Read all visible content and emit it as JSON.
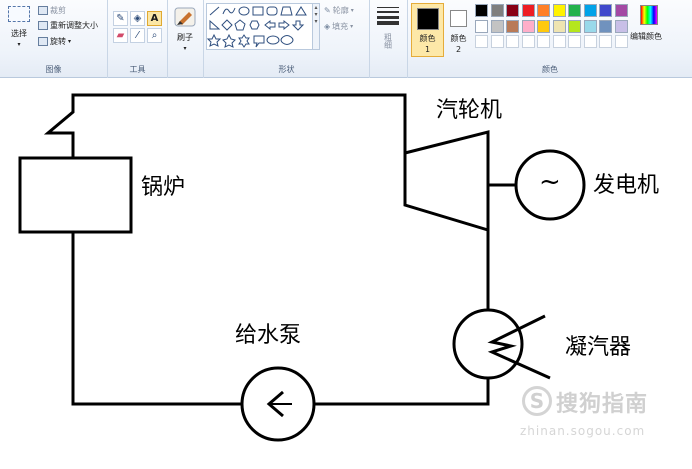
{
  "ribbon": {
    "image_group": {
      "select_label": "选择",
      "crop_label": "裁剪",
      "resize_label": "重新调整大小",
      "rotate_label": "旋转",
      "group_label": "图像"
    },
    "tools_group": {
      "group_label": "工具",
      "items": [
        "pencil",
        "fill",
        "text",
        "eraser",
        "color-picker",
        "magnifier"
      ]
    },
    "brush": {
      "label": "刷子"
    },
    "shapes_group": {
      "outline_label": "轮廓",
      "fill_label": "填充",
      "group_label": "形状"
    },
    "size": {
      "label": "粗细"
    },
    "colors_group": {
      "color1_label": "颜色 1",
      "color2_label": "颜色 2",
      "color1_value": "#000000",
      "color2_value": "#ffffff",
      "edit_colors_label": "编辑颜色",
      "group_label": "颜色",
      "palette_row1": [
        "#000000",
        "#7f7f7f",
        "#880015",
        "#ed1c24",
        "#ff7f27",
        "#fff200",
        "#22b14c",
        "#00a2e8",
        "#3f48cc",
        "#a349a4"
      ],
      "palette_row2": [
        "#ffffff",
        "#c3c3c3",
        "#b97a57",
        "#ffaec9",
        "#ffc90e",
        "#efe4b0",
        "#b5e61d",
        "#99d9ea",
        "#7092be",
        "#c8bfe7"
      ]
    }
  },
  "diagram": {
    "boiler_label": "锅炉",
    "turbine_label": "汽轮机",
    "generator_label": "发电机",
    "generator_symbol": "~",
    "pump_label": "给水泵",
    "condenser_label": "凝汽器"
  },
  "watermark": {
    "logo_letter": "S",
    "text": "搜狗指南",
    "url": "zhinan.sogou.com"
  }
}
